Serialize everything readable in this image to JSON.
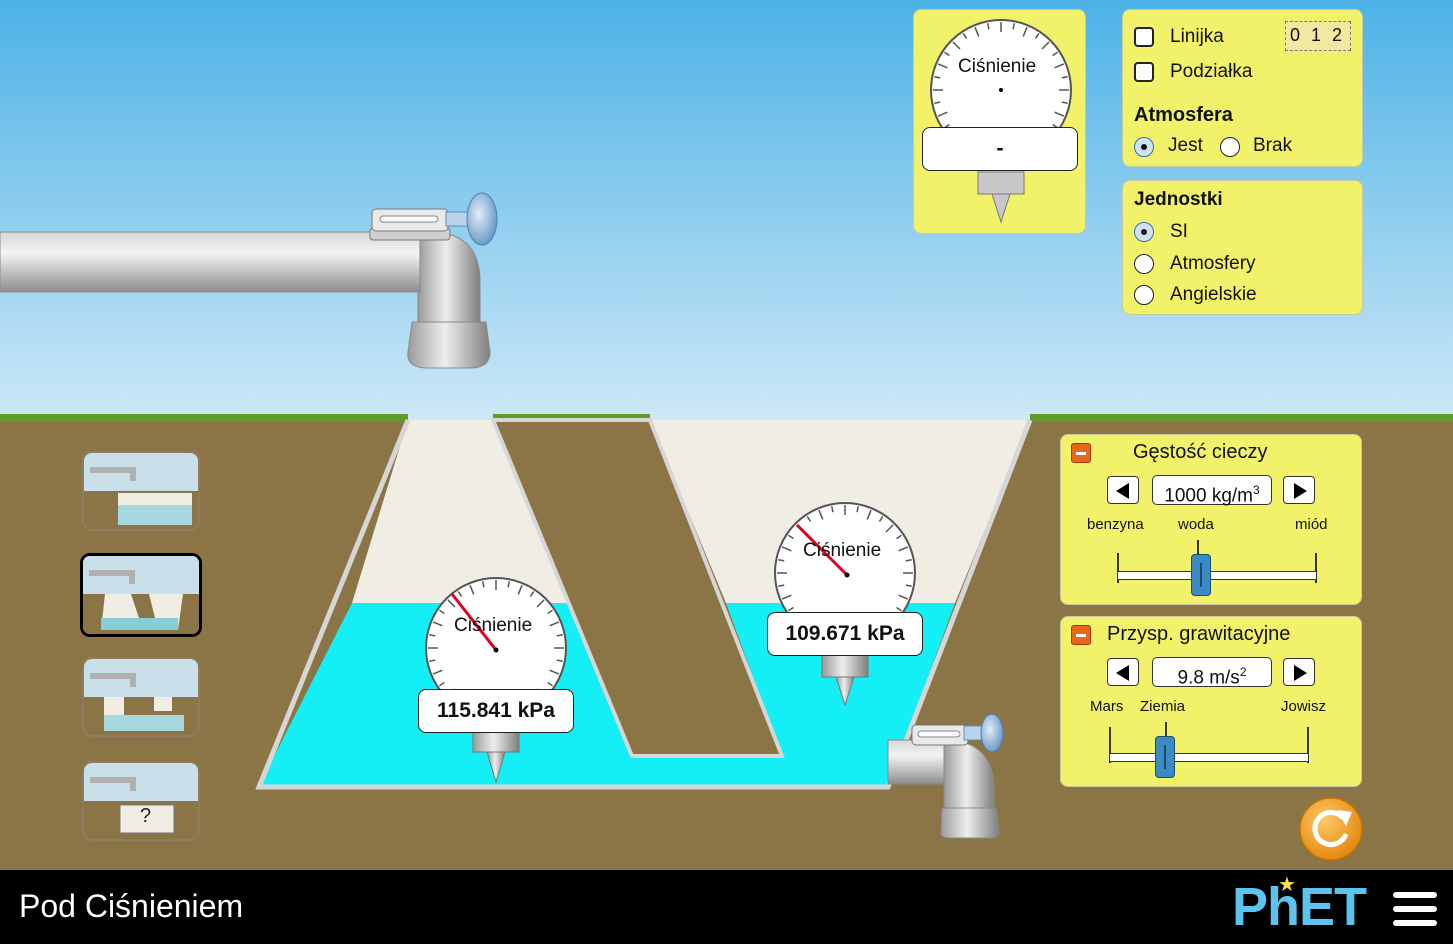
{
  "app": {
    "title": "Pod Ciśnieniem",
    "logo": "PhET"
  },
  "sensor_box": {
    "label": "Ciśnienie",
    "readout": "-"
  },
  "display_panel": {
    "ruler_label": "Linijka",
    "ruler_checked": false,
    "ruler_icon_text": "0 1 2",
    "grid_label": "Podziałka",
    "grid_checked": false,
    "atmosphere_title": "Atmosfera",
    "atmosphere_on_label": "Jest",
    "atmosphere_off_label": "Brak",
    "atmosphere_selected": "Jest"
  },
  "units_panel": {
    "title": "Jednostki",
    "options": [
      "SI",
      "Atmosfery",
      "Angielskie"
    ],
    "selected": "SI"
  },
  "density_panel": {
    "title": "Gęstość cieczy",
    "value": "1000 kg/m",
    "value_sup": "3",
    "labels": [
      "benzyna",
      "woda",
      "miód"
    ],
    "slider_fraction": 0.42
  },
  "gravity_panel": {
    "title": "Przysp. grawitacyjne",
    "value": "9.8 m/s",
    "value_sup": "2",
    "labels": [
      "Mars",
      "Ziemia",
      "Jowisz"
    ],
    "slider_fraction": 0.28
  },
  "gauges": [
    {
      "label": "Ciśnienie",
      "reading": "115.841 kPa"
    },
    {
      "label": "Ciśnienie",
      "reading": "109.671 kPa"
    }
  ],
  "scene_buttons": [
    {
      "name": "scene-pool",
      "selected": false,
      "glyph": ""
    },
    {
      "name": "scene-trapezoid",
      "selected": true,
      "glyph": ""
    },
    {
      "name": "scene-chambers",
      "selected": false,
      "glyph": ""
    },
    {
      "name": "scene-mystery",
      "selected": false,
      "glyph": "?"
    }
  ],
  "icons": {
    "reset": "reset-all-icon",
    "menu": "hamburger-menu-icon",
    "faucet": "faucet-icon",
    "drain": "drain-faucet-icon"
  },
  "colors": {
    "sky_top": "#5fb6e8",
    "sky_bottom": "#cfe9f8",
    "ground": "#8b7547",
    "water": "#14eef5",
    "panel": "#f2f26a",
    "reset": "#f5a015"
  }
}
